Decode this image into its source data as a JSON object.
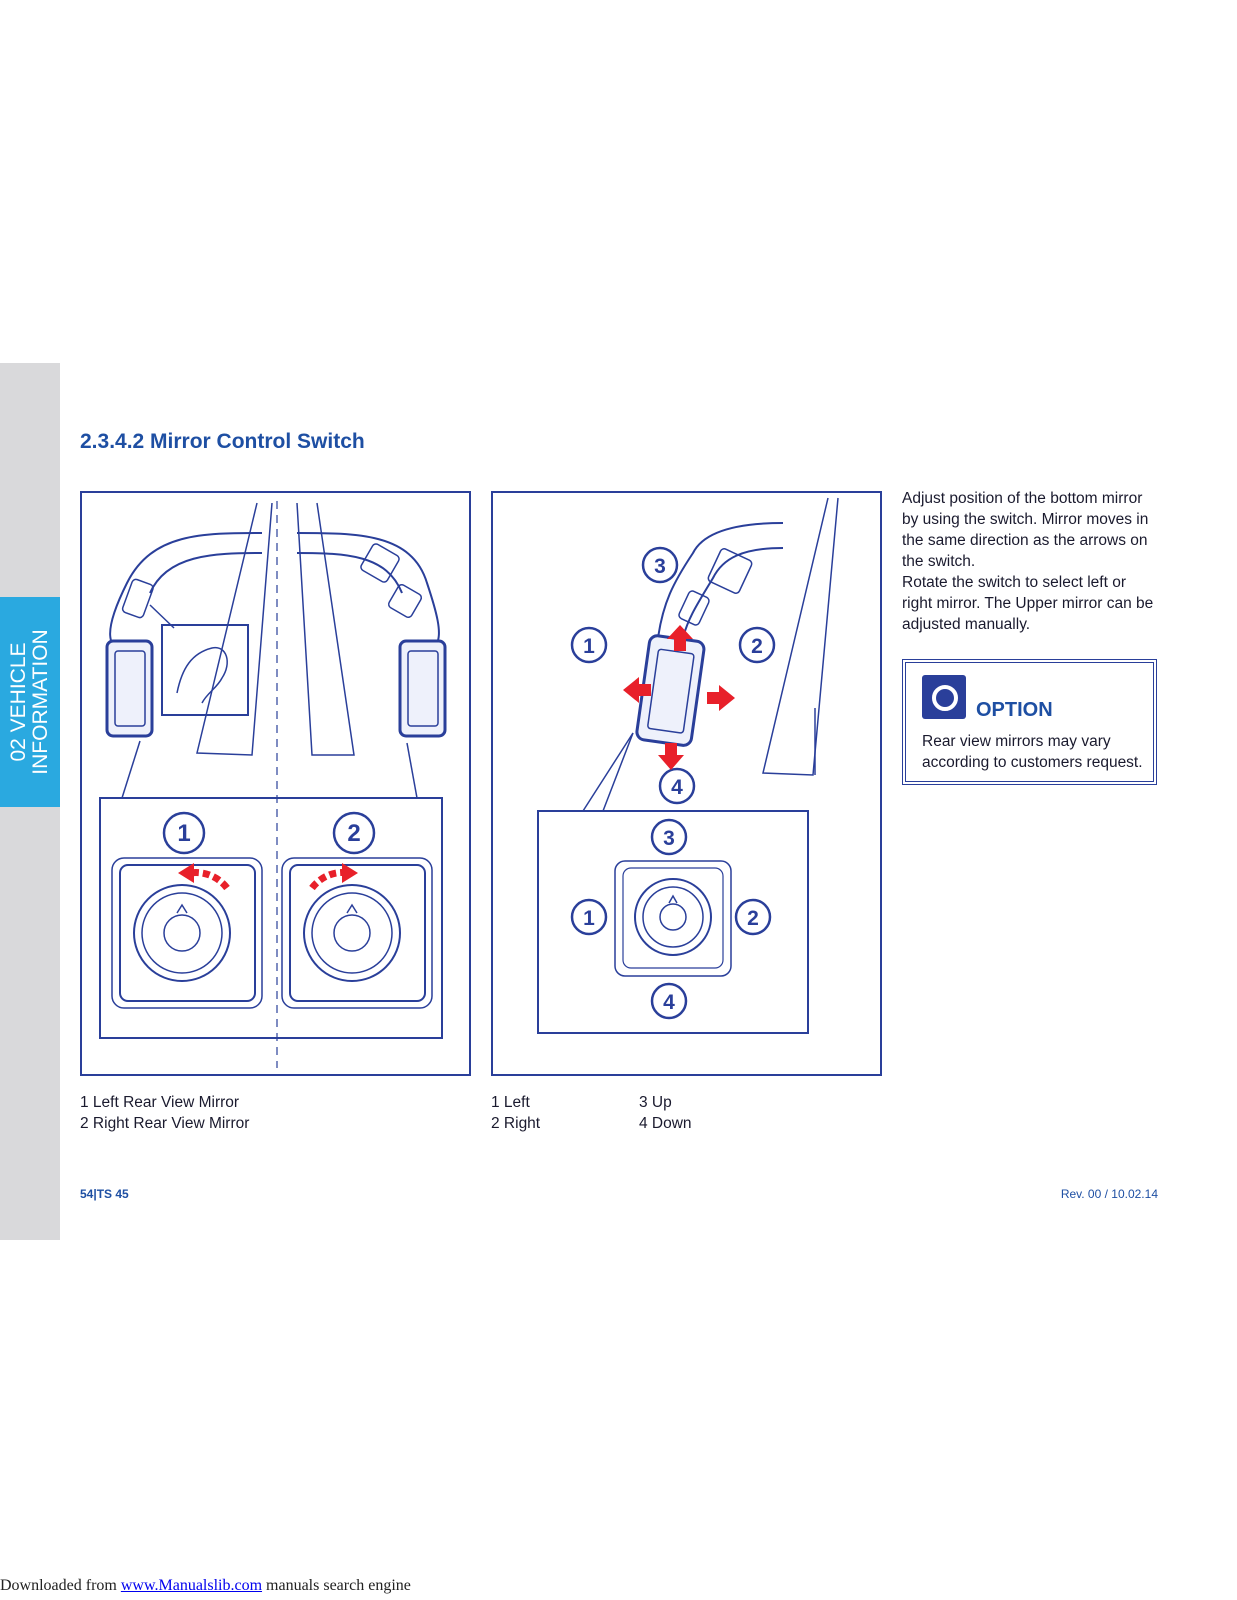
{
  "side_tab": {
    "line1": "02 VEHICLE",
    "line2": "INFORMATION"
  },
  "section_title": "2.3.4.2 Mirror Control Switch",
  "figure_left": {
    "callouts": [
      "1",
      "2"
    ]
  },
  "figure_right": {
    "callouts": [
      "3",
      "1",
      "2",
      "4"
    ],
    "inset_callouts": [
      "3",
      "1",
      "2",
      "4"
    ]
  },
  "intro": {
    "paragraph1": "Adjust position of the bottom mirror by using the switch. Mirror moves in the same direction as the arrows on the switch.",
    "paragraph2": "Rotate the switch to select left or right mirror. The Upper mirror can be adjusted manually."
  },
  "option": {
    "title": "OPTION",
    "text": "Rear view mirrors may vary according to customers request."
  },
  "captions_left": [
    "1 Left Rear View Mirror",
    "2 Right Rear View Mirror"
  ],
  "captions_right": {
    "col1": [
      "1 Left",
      "2 Right"
    ],
    "col2": [
      "3 Up",
      "4 Down"
    ]
  },
  "footer": {
    "page": "54",
    "model": "TS 45",
    "revision": "Rev. 00 / 10.02.14"
  },
  "watermark": {
    "prefix": "Downloaded from ",
    "link": "www.Manualslib.com",
    "suffix": " manuals search engine"
  },
  "colors": {
    "brand_blue": "#2a3f9a",
    "tab_cyan": "#2aa9e0",
    "arrow_red": "#e8202a",
    "strip_grey": "#d9d9db"
  }
}
